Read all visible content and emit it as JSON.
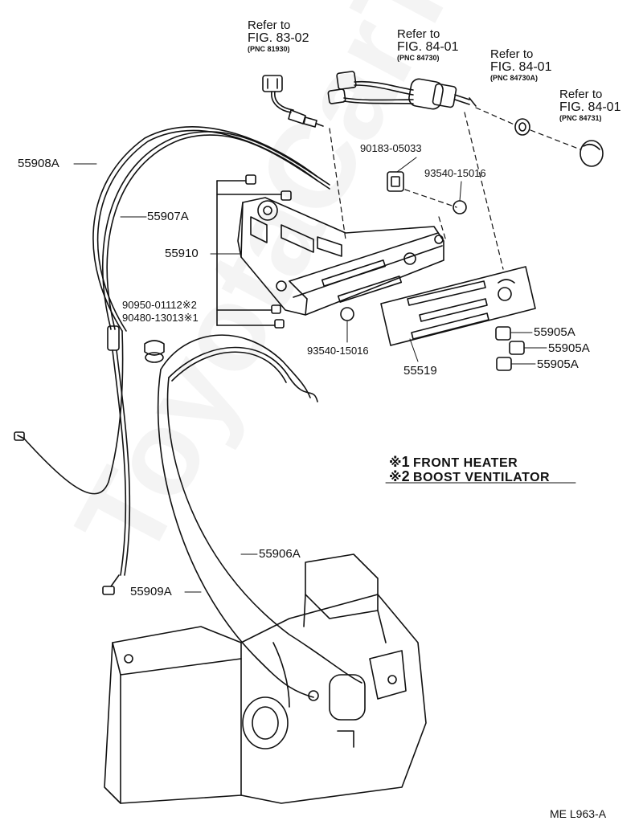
{
  "watermark": "ToyotaCarTime.ru",
  "refs": [
    {
      "refer": "Refer to",
      "fig": "FIG. 83-02",
      "pnc": "(PNC 81930)"
    },
    {
      "refer": "Refer to",
      "fig": "FIG. 84-01",
      "pnc": "(PNC 84730)"
    },
    {
      "refer": "Refer to",
      "fig": "FIG. 84-01",
      "pnc": "(PNC 84730A)"
    },
    {
      "refer": "Refer to",
      "fig": "FIG. 84-01",
      "pnc": "(PNC 84731)"
    }
  ],
  "parts": {
    "p55908A": "55908A",
    "p55907A": "55907A",
    "p55910": "55910",
    "p90183": "90183-05033",
    "p93540a": "93540-15016",
    "p93540b": "93540-15016",
    "p90950": "90950-01112",
    "p90950_mark": "※2",
    "p90480": "90480-13013",
    "p90480_mark": "※1",
    "p55519": "55519",
    "p55905a1": "55905A",
    "p55905a2": "55905A",
    "p55905a3": "55905A",
    "p55906A": "55906A",
    "p55909A": "55909A"
  },
  "legend": [
    {
      "mark": "※",
      "num": "1",
      "text": "FRONT HEATER"
    },
    {
      "mark": "※",
      "num": "2",
      "text": "BOOST VENTILATOR"
    }
  ],
  "footer": {
    "code": "ME  L963-A"
  }
}
